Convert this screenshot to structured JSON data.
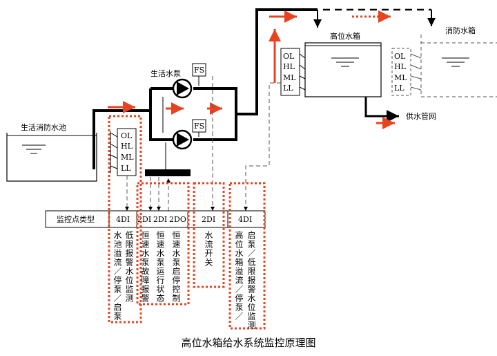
{
  "tanks": {
    "pool": "生活消防水池",
    "high_tank": "高位水箱",
    "fire_tank": "消防水箱"
  },
  "pump_label": "生活水泵",
  "supply_label": "供水管网",
  "fs_label": "FS",
  "levels": [
    "OL",
    "HL",
    "ML",
    "LL"
  ],
  "table": {
    "header": "监控点类型",
    "types": [
      "4DI",
      "2DI",
      "2DI",
      "2DO",
      "2DI",
      "4DI"
    ]
  },
  "descriptions": [
    "水池溢流／停泵／启泵",
    "低限报警水位监测",
    "恒速水泵故障报警",
    "恒速水泵运行状态",
    "恒速水泵启停控制",
    "水流开关",
    "高位水箱溢流／停泵／",
    "启泵／低限报警水位监测"
  ],
  "caption": "高位水箱给水系统监控原理图",
  "colors": {
    "accent": "#e8421f",
    "line": "#000000",
    "dashed": "#555555"
  }
}
